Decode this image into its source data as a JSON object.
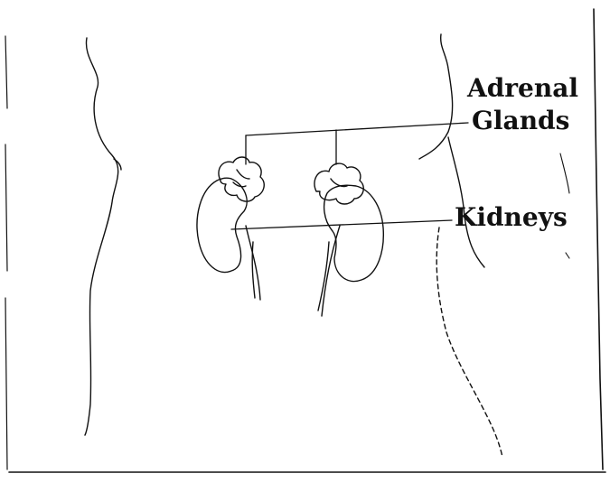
{
  "labels": {
    "adrenal_line1": "Adrenal",
    "adrenal_line2": "Glands",
    "kidneys": "Kidneys"
  },
  "colors": {
    "ink": "#111111",
    "background": "#ffffff"
  }
}
